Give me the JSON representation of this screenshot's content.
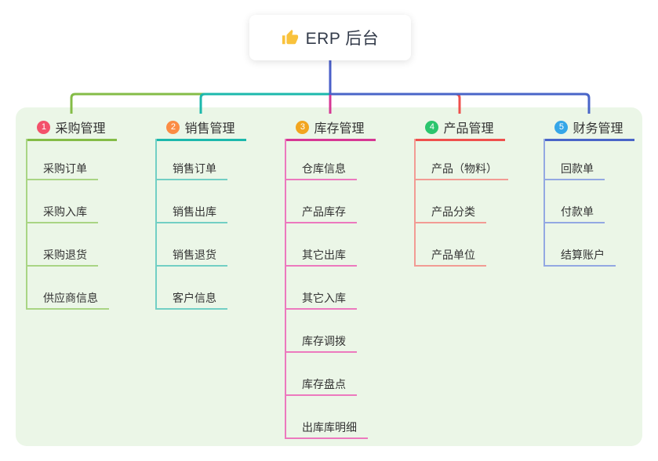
{
  "root": {
    "title": "ERP 后台",
    "icon": "thumbs-up-icon",
    "icon_color": "#F9C23C"
  },
  "branches": [
    {
      "badge": "1",
      "label": "采购管理",
      "badge_color": "#F3516B",
      "line_color": "#84BC47",
      "child_line_color": "#A9D584",
      "children": [
        "采购订单",
        "采购入库",
        "采购退货",
        "供应商信息"
      ]
    },
    {
      "badge": "2",
      "label": "销售管理",
      "badge_color": "#FB8C44",
      "line_color": "#1CB8AC",
      "child_line_color": "#72CFC4",
      "children": [
        "销售订单",
        "销售出库",
        "销售退货",
        "客户信息"
      ]
    },
    {
      "badge": "3",
      "label": "库存管理",
      "badge_color": "#F2A51F",
      "line_color": "#D63794",
      "child_line_color": "#EC79BE",
      "children": [
        "仓库信息",
        "产品库存",
        "其它出库",
        "其它入库",
        "库存调拨",
        "库存盘点",
        "出库库明细"
      ]
    },
    {
      "badge": "4",
      "label": "产品管理",
      "badge_color": "#2BC56D",
      "line_color": "#EF504D",
      "child_line_color": "#F29B94",
      "children": [
        "产品（物料）",
        "产品分类",
        "产品单位"
      ]
    },
    {
      "badge": "5",
      "label": "财务管理",
      "badge_color": "#35A6E8",
      "line_color": "#4965C8",
      "child_line_color": "#93A8E2",
      "children": [
        "回款单",
        "付款单",
        "结算账户"
      ]
    }
  ],
  "colors": {
    "panel_bg": "#EBF6E7",
    "root_line": "#4A5FC9",
    "text": "#333333"
  }
}
